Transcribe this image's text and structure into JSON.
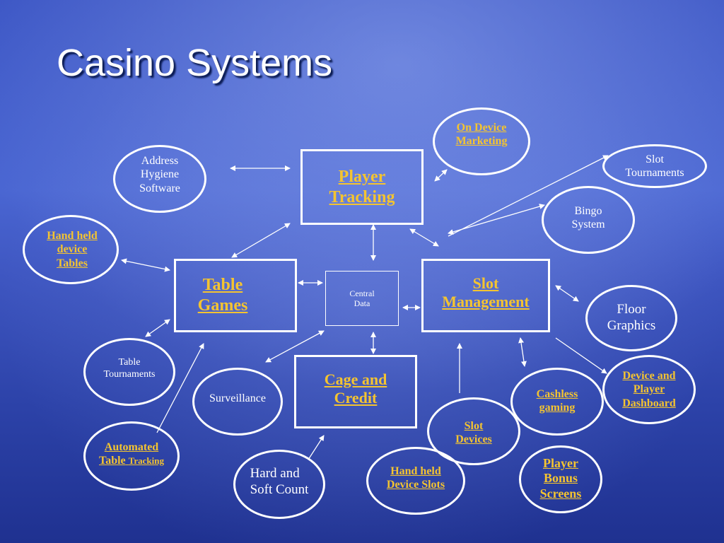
{
  "title": "Casino Systems",
  "colors": {
    "link": "#f4c430",
    "text": "#ffffff",
    "background": "#2a3fa8"
  },
  "nodes": {
    "player_tracking": [
      "Player",
      "Tracking"
    ],
    "table_games": [
      "Table",
      "Games"
    ],
    "central_data": [
      "Central",
      "Data"
    ],
    "slot_management": [
      "Slot",
      "Management"
    ],
    "cage_credit": [
      "Cage and",
      "Credit"
    ],
    "on_device_marketing": [
      "On Device",
      "Marketing"
    ],
    "address_hygiene": [
      "Address",
      "Hygiene",
      "Software"
    ],
    "slot_tournaments": [
      "Slot",
      "Tournaments"
    ],
    "bingo_system": [
      "Bingo",
      "System"
    ],
    "hand_held_tables": [
      "Hand held",
      "device",
      "Tables"
    ],
    "floor_graphics": [
      "Floor",
      "Graphics"
    ],
    "table_tournaments": [
      "Table",
      "Tournaments"
    ],
    "surveillance": [
      "Surveillance"
    ],
    "device_player_dashboard": [
      "Device and",
      "Player",
      "Dashboard"
    ],
    "cashless_gaming": [
      "Cashless",
      "gaming"
    ],
    "slot_devices": [
      "Slot",
      "Devices"
    ],
    "automated_table_tracking": [
      "Automated",
      "Table",
      "Tracking"
    ],
    "hard_soft_count": [
      "Hard and",
      "Soft Count"
    ],
    "hand_held_slots": [
      "Hand held",
      "Device Slots"
    ],
    "player_bonus_screens": [
      "Player",
      "Bonus",
      "Screens"
    ]
  }
}
